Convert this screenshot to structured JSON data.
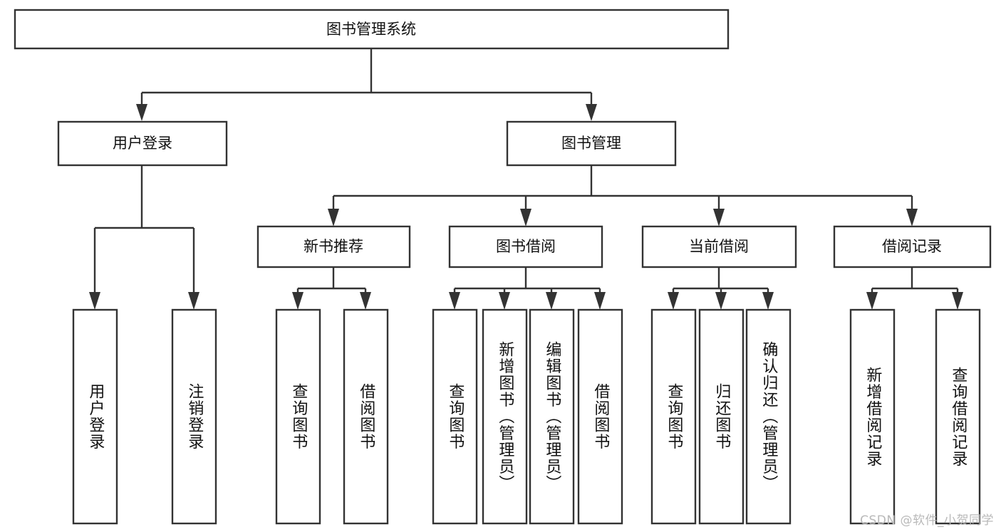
{
  "diagram": {
    "title": "图书管理系统",
    "watermark": "CSDN @软件_小贺同学",
    "colors": {
      "stroke": "#333333",
      "box_fill": "#ffffff",
      "text": "#111111",
      "watermark": "#b9b9b9",
      "background": "#ffffff"
    },
    "root": {
      "label": "图书管理系统",
      "orientation": "horizontal"
    },
    "level2": [
      {
        "label": "用户登录",
        "orientation": "horizontal"
      },
      {
        "label": "图书管理",
        "orientation": "horizontal"
      }
    ],
    "level3": [
      {
        "label": "新书推荐",
        "orientation": "horizontal"
      },
      {
        "label": "图书借阅",
        "orientation": "horizontal"
      },
      {
        "label": "当前借阅",
        "orientation": "horizontal"
      },
      {
        "label": "借阅记录",
        "orientation": "horizontal"
      }
    ],
    "leaves": {
      "user_login": [
        {
          "label": "用户登录",
          "orientation": "vertical"
        },
        {
          "label": "注销登录",
          "orientation": "vertical"
        }
      ],
      "new_book_recommend": [
        {
          "label": "查询图书",
          "orientation": "vertical"
        },
        {
          "label": "借阅图书",
          "orientation": "vertical"
        }
      ],
      "book_borrow": [
        {
          "label": "查询图书",
          "orientation": "vertical"
        },
        {
          "label": "新增图书（管理员）",
          "orientation": "vertical"
        },
        {
          "label": "编辑图书（管理员）",
          "orientation": "vertical"
        },
        {
          "label": "借阅图书",
          "orientation": "vertical"
        }
      ],
      "current_borrow": [
        {
          "label": "查询图书",
          "orientation": "vertical"
        },
        {
          "label": "归还图书",
          "orientation": "vertical"
        },
        {
          "label": "确认归还（管理员）",
          "orientation": "vertical"
        }
      ],
      "borrow_record": [
        {
          "label": "新增借阅记录",
          "orientation": "vertical"
        },
        {
          "label": "查询借阅记录",
          "orientation": "vertical"
        }
      ]
    }
  }
}
